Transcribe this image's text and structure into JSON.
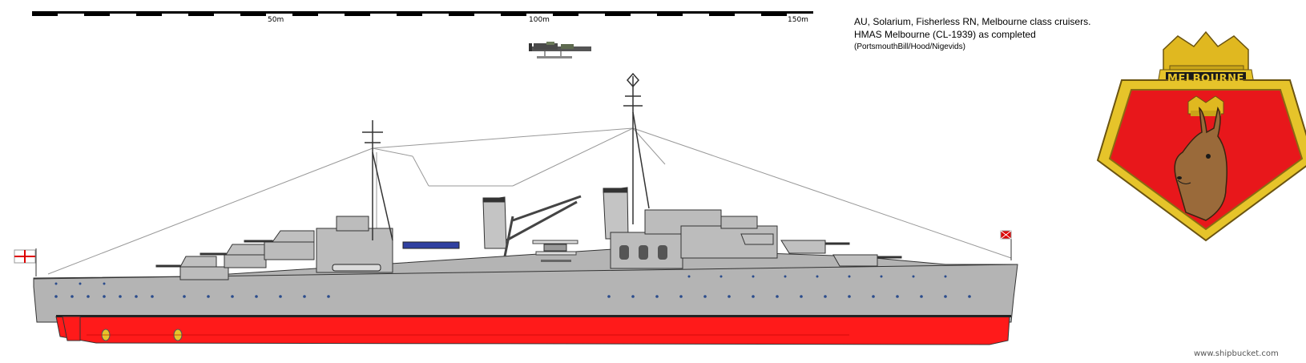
{
  "scale_bar": {
    "labels": [
      "50m",
      "100m",
      "150m"
    ]
  },
  "title": {
    "line1": "AU, Solarium, Fisherless RN, Melbourne class cruisers.",
    "line2": "HMAS Melbourne (CL-1939) as completed",
    "credits": "(PortsmouthBill/Hood/Nigevids)"
  },
  "badge": {
    "name": "MELBOURNE",
    "emblem": "kangaroo-head",
    "colors": {
      "field": "#e8171b",
      "rope": "#e6c42a",
      "crown": "#e0b820",
      "nameplate": "#1a1a1a"
    }
  },
  "ship": {
    "hull_color": "#b4b4b4",
    "boot_color": "#ff1a1a",
    "deck_color": "#c8c8c8"
  },
  "watermark": "www.shipbucket.com"
}
